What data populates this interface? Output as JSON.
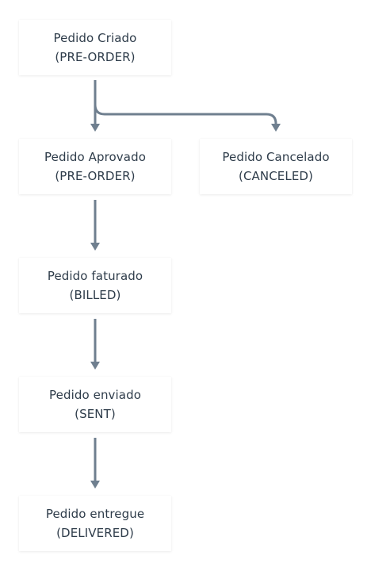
{
  "nodes": {
    "criado": {
      "title": "Pedido Criado",
      "status": "(PRE-ORDER)"
    },
    "aprovado": {
      "title": "Pedido Aprovado",
      "status": "(PRE-ORDER)"
    },
    "cancelado": {
      "title": "Pedido Cancelado",
      "status": "(CANCELED)"
    },
    "faturado": {
      "title": "Pedido faturado",
      "status": "(BILLED)"
    },
    "enviado": {
      "title": "Pedido enviado",
      "status": "(SENT)"
    },
    "entregue": {
      "title": "Pedido entregue",
      "status": "(DELIVERED)"
    }
  },
  "edges": [
    {
      "from": "criado",
      "to": "aprovado"
    },
    {
      "from": "criado",
      "to": "cancelado"
    },
    {
      "from": "aprovado",
      "to": "faturado"
    },
    {
      "from": "faturado",
      "to": "enviado"
    },
    {
      "from": "enviado",
      "to": "entregue"
    }
  ],
  "colors": {
    "edge": "#6f7f8f",
    "text": "#2e3c4a",
    "background": "#ffffff"
  }
}
